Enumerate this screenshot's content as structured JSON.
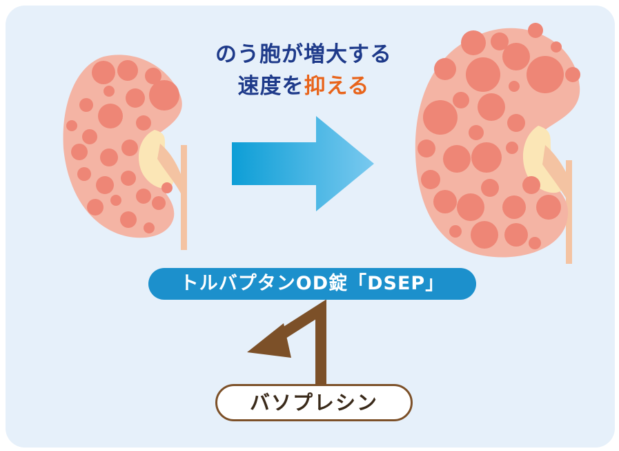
{
  "headline": {
    "line1": "のう胞が増大する",
    "line2_prefix": "速度を",
    "line2_accent": "抑える"
  },
  "drug_label": "トルバプタンOD錠「DSEP」",
  "hormone_label": "バソプレシン",
  "colors": {
    "background_panel": "#e6f0fa",
    "headline_text": "#1e3a8a",
    "accent_text": "#e8641b",
    "drug_pill": "#1c90cc",
    "hormone_border": "#7c5028",
    "kidney_flesh": "#f4b4a4",
    "cyst": "#ee8676",
    "renal_pelvis": "#fbe6b6",
    "ureter": "#f4c3a2",
    "arrow_gradient": [
      "#0d9ed6",
      "#79c9ef"
    ],
    "inhibit_arrow": "#7c5028"
  },
  "icons": [
    "small-kidney-icon",
    "large-kidney-icon",
    "progression-arrow-icon",
    "inhibition-arrow-icon"
  ]
}
